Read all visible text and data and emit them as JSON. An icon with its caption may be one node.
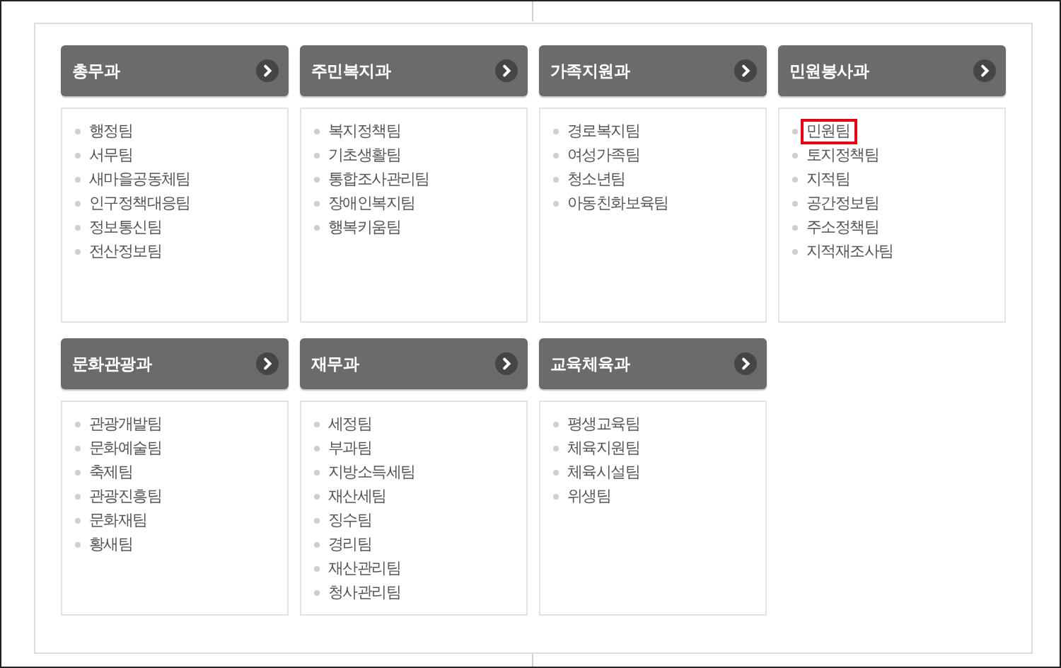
{
  "diagram": {
    "nodes": [
      {
        "text": [
          "총무과"
        ]
      },
      {
        "text": [
          "행정팀",
          "서무팀",
          "새마을공동체팀",
          "인구정책대응팀",
          "정보통신팀",
          "전산정보팀"
        ]
      },
      {
        "text": [
          "주민복지과"
        ]
      },
      {
        "text": [
          "복지정책팀",
          "기초생활팀",
          "통합조사관리팀",
          "장애인복지팀",
          "행복키움팀"
        ]
      },
      {
        "text": [
          "가족지원과"
        ]
      },
      {
        "text": [
          "경로복지팀",
          "여성가족팀",
          "청소년팀",
          "아동친화보육팀"
        ]
      },
      {
        "text": [
          "민원봉사과"
        ]
      },
      {
        "text": [
          "토지정책팀",
          "지적팀",
          "공간정보팀",
          "주소정책팀",
          "지적재조사팀"
        ]
      },
      {
        "text": [
          "민원팀"
        ],
        "in": 7
      },
      {
        "text": [
          "문화관광과"
        ]
      },
      {
        "text": [
          "관광개발팀",
          "문화예술팀",
          "축제팀",
          "관광진흥팀",
          "문화재팀",
          "황새팀"
        ]
      },
      {
        "text": [
          "재무과"
        ]
      },
      {
        "text": [
          "세정팀",
          "부과팀",
          "지방소득세팀",
          "재산세팀",
          "징수팀",
          "경리팀",
          "재산관리팀",
          "청사관리팀"
        ]
      },
      {
        "text": [
          "교육체육과"
        ]
      },
      {
        "text": [
          "평생교육팀",
          "체육지원팀",
          "체육시설팀",
          "위생팀"
        ]
      }
    ]
  }
}
